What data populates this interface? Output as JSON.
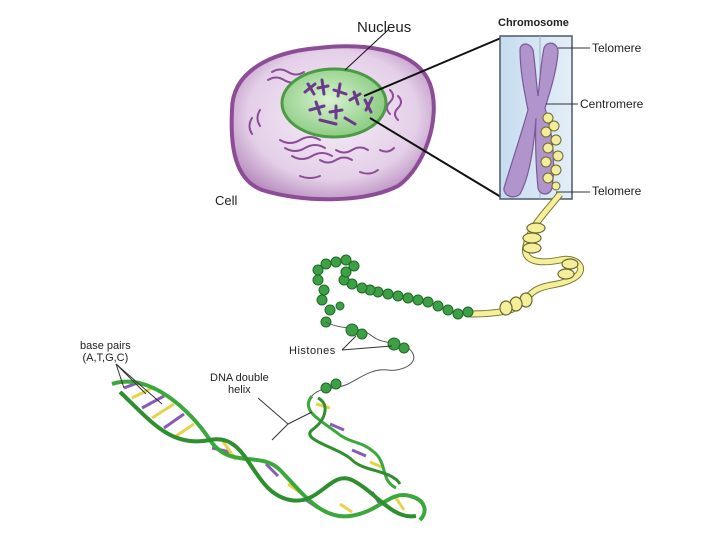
{
  "labels": {
    "nucleus": "Nucleus",
    "chromosome": "Chromosome",
    "telomere_top": "Telomere",
    "centromere": "Centromere",
    "telomere_bottom": "Telomere",
    "cell": "Cell",
    "histones": "Histones",
    "base_pairs_line1": "base pairs",
    "base_pairs_line2": "(A,T,G,C)",
    "dna_line1": "DNA double",
    "dna_line2": "helix"
  },
  "colors": {
    "cell_membrane": "#9a5aa0",
    "cytoplasm": "#e6d4ea",
    "nucleus": "#a8dca0",
    "chromosome": "#b08ec8",
    "chromosome_panel": "#cfe2f2",
    "coil": "#f5ef9c",
    "histone": "#2f9a3a",
    "dna_backbone": "#3aa83a",
    "base_purple": "#8a5ab8",
    "base_yellow": "#e8d24a"
  }
}
